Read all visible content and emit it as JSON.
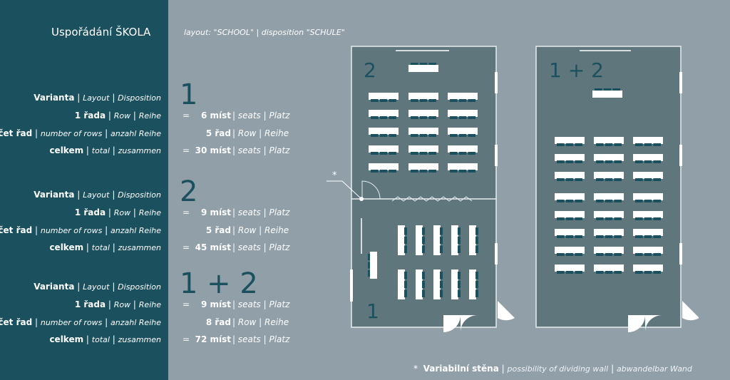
{
  "title": "Uspořádání ŠKOLA",
  "subtitle": {
    "en": "layout: \"SCHOOL\"",
    "de": "disposition \"SCHULE\""
  },
  "labels": {
    "variant_cs": "Varianta",
    "variant_en": "Layout",
    "variant_de": "Disposition",
    "row_cs": "1 řada",
    "row_en": "Row",
    "row_de": "Reihe",
    "rows_cs": "počet řad",
    "rows_en": "number of rows",
    "rows_de": "anzahl Reihe",
    "total_cs": "celkem",
    "total_en": "total",
    "total_de": "zusammen",
    "equals": "=",
    "seats_en": "seats",
    "seats_de": "Platz",
    "rowunit_en": "Row",
    "rowunit_de": "Reihe"
  },
  "variants": [
    {
      "name": "1",
      "per_row": "6 míst",
      "rows": "5 řad",
      "total": "30 míst"
    },
    {
      "name": "2",
      "per_row": "9 míst",
      "rows": "5 řad",
      "total": "45 míst"
    },
    {
      "name": "1 + 2",
      "per_row": "9 míst",
      "rows": "8 řad",
      "total": "72 míst"
    }
  ],
  "plan": {
    "room_labels": {
      "top": "2",
      "bottom": "1",
      "right": "1 + 2"
    },
    "asterisk": "*"
  },
  "legend": {
    "symbol": "*",
    "cs": "Variabilní stěna",
    "en": "possibility of dividing wall",
    "de": "abwandelbar Wand"
  },
  "colors": {
    "sidebar": "#1b505e",
    "background": "#919fa9",
    "room": "#5f777c",
    "table": "#ffffff",
    "chair": "#1b505e"
  }
}
